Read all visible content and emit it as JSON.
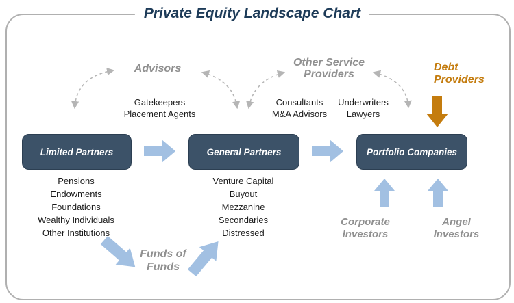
{
  "title": "Private Equity Landscape Chart",
  "boxes": {
    "limited_partners": {
      "label": "Limited Partners",
      "items": [
        "Pensions",
        "Endowments",
        "Foundations",
        "Wealthy Individuals",
        "Other Institutions"
      ]
    },
    "general_partners": {
      "label": "General Partners",
      "items": [
        "Venture Capital",
        "Buyout",
        "Mezzanine",
        "Secondaries",
        "Distressed"
      ]
    },
    "portfolio_companies": {
      "label": "Portfolio Companies"
    }
  },
  "groups": {
    "advisors": {
      "label": "Advisors",
      "items": [
        "Gatekeepers",
        "Placement Agents"
      ]
    },
    "other_service_providers": {
      "label": "Other Service Providers",
      "col1": [
        "Consultants",
        "M&A Advisors"
      ],
      "col2": [
        "Underwriters",
        "Lawyers"
      ]
    },
    "debt_providers": {
      "label": "Debt Providers"
    },
    "funds_of_funds": {
      "label": "Funds of Funds"
    },
    "corporate_investors": {
      "label": "Corporate Investors"
    },
    "angel_investors": {
      "label": "Angel Investors"
    }
  },
  "arrows": {
    "lp_to_gp": "solid-right-arrow",
    "gp_to_pc": "solid-right-arrow",
    "corporate_to_pc": "solid-up-arrow",
    "angel_to_pc": "solid-up-arrow",
    "debt_to_pc": "solid-down-arrow",
    "lp_to_funds_of_funds": "solid-diagonal-down-right-arrow",
    "funds_of_funds_to_gp": "solid-diagonal-up-right-arrow",
    "advisors_lp": "dashed-curved-double-arrow",
    "advisors_gp": "dashed-curved-double-arrow",
    "osp_gp": "dashed-curved-double-arrow",
    "osp_pc": "dashed-curved-double-arrow"
  },
  "colors": {
    "box_fill": "#3c5268",
    "box_text": "#ffffff",
    "blue_arrow": "#a2c0e2",
    "orange_accent": "#c47c0e",
    "gray_label": "#909090",
    "dashed_line": "#b5b5b5",
    "title_text": "#1d3b58",
    "border": "#b0b0b0",
    "list_text": "#1c1c1c",
    "background": "#ffffff"
  }
}
